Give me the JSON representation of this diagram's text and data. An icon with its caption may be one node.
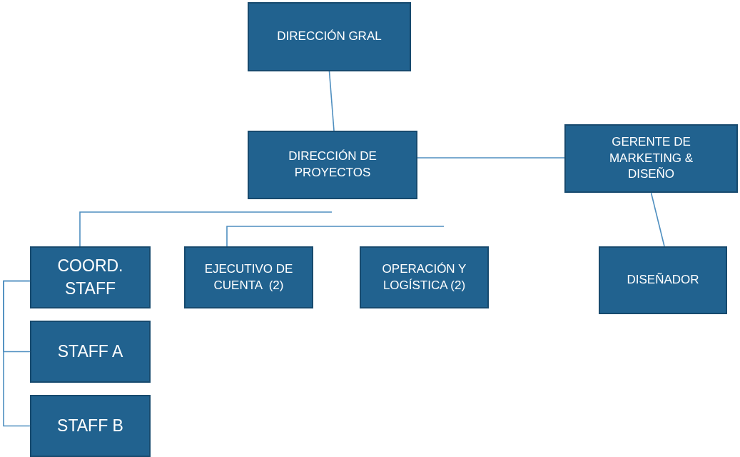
{
  "diagram": {
    "nodes": [
      {
        "text": [
          "DIRECCIÓN GRAL"
        ]
      },
      {
        "text": [
          "DIRECCIÓN DE PROYECTOS"
        ]
      },
      {
        "text": [
          "GERENTE DE MARKETING & DISEÑO"
        ]
      },
      {
        "text": [
          "COORD. STAFF"
        ]
      },
      {
        "text": [
          "EJECUTIVO DE CUENTA  (2)"
        ]
      },
      {
        "text": [
          "OPERACIÓN Y LOGÍSTICA (2)"
        ]
      },
      {
        "text": [
          "DISEÑADOR"
        ]
      },
      {
        "text": [
          "STAFF A"
        ]
      },
      {
        "text": [
          "STAFF B"
        ]
      }
    ],
    "edges": [
      {
        "from": 0,
        "to": 1,
        "arrow": "none"
      },
      {
        "from": 1,
        "to": 2,
        "arrow": "none"
      },
      {
        "from": 2,
        "to": 6,
        "arrow": "none"
      },
      {
        "from": null,
        "to": 3,
        "arrow": "none"
      },
      {
        "from": null,
        "to": 4,
        "arrow": "none"
      },
      {
        "from": 3,
        "to": 7,
        "arrow": "none"
      },
      {
        "from": 3,
        "to": 8,
        "arrow": "none"
      }
    ]
  }
}
